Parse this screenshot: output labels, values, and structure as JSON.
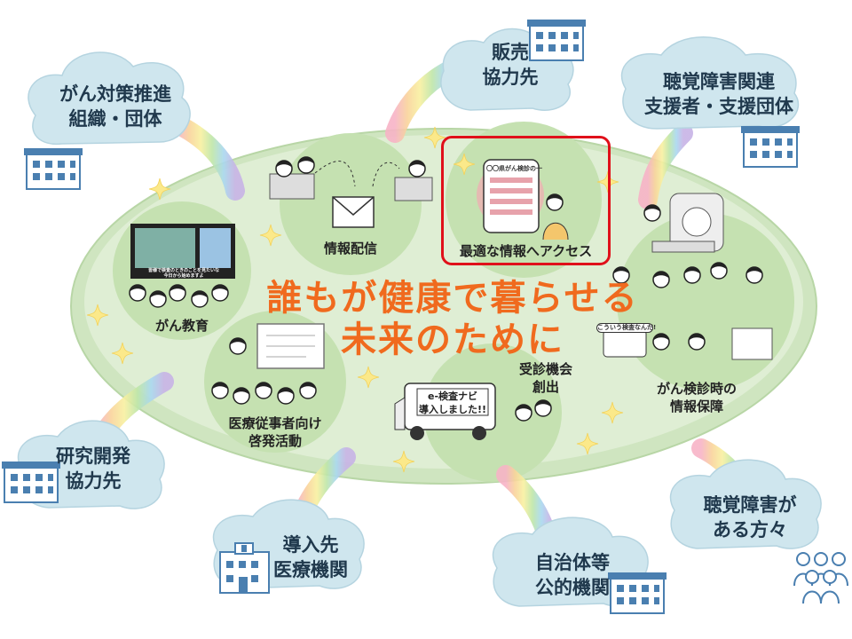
{
  "title": {
    "line1": "誰もが健康で暮らせる",
    "line2": "未来のために"
  },
  "stakeholders": {
    "cancer_org": {
      "line1": "がん対策推進",
      "line2": "組織・団体"
    },
    "sales": {
      "line1": "販売",
      "line2": "協力先"
    },
    "hearing_support": {
      "line1": "聴覚障害関連",
      "line2": "支援者・支援団体"
    },
    "research": {
      "line1": "研究開発",
      "line2": "協力先"
    },
    "hospital": {
      "line1": "導入先",
      "line2": "医療機関"
    },
    "municipality": {
      "line1": "自治体等",
      "line2": "公的機関"
    },
    "hearing_impaired": {
      "line1": "聴覚障害が",
      "line2": "ある方々"
    }
  },
  "activities": {
    "info_delivery": "情報配信",
    "best_access": "最適な情報へアクセス",
    "cancer_education": "がん教育",
    "medical_staff": {
      "line1": "医療従事者向け",
      "line2": "啓発活動"
    },
    "exam_opportunity": {
      "line1": "受診機会",
      "line2": "創出"
    },
    "info_assurance": {
      "line1": "がん検診時の",
      "line2": "情報保障"
    }
  },
  "illustration_text": {
    "truck_sign": {
      "line1": "e-検査ナビ",
      "line2": "導入しました!!"
    },
    "phone_header": "〇〇県がん検診の一",
    "tablet_bubble": "こういう検査なんだ!",
    "video_caption": {
      "line1": "皆様で検査のときのことを見たいな",
      "line2": "今日から始めますよ"
    }
  },
  "colors": {
    "ellipse": "#cfe5c0",
    "ellipse_inner": "#dfeed4",
    "cloud": "#cfe6ee",
    "title": "#f06a1e",
    "highlight": "#e0101a",
    "building": "#4a7fb0",
    "sparkle": "#fbe98a"
  },
  "icons": [
    "building-icon",
    "hospital-icon",
    "people-group-icon",
    "rainbow-icon",
    "sparkle-icon",
    "envelope-icon",
    "truck-icon",
    "smartphone-icon"
  ]
}
